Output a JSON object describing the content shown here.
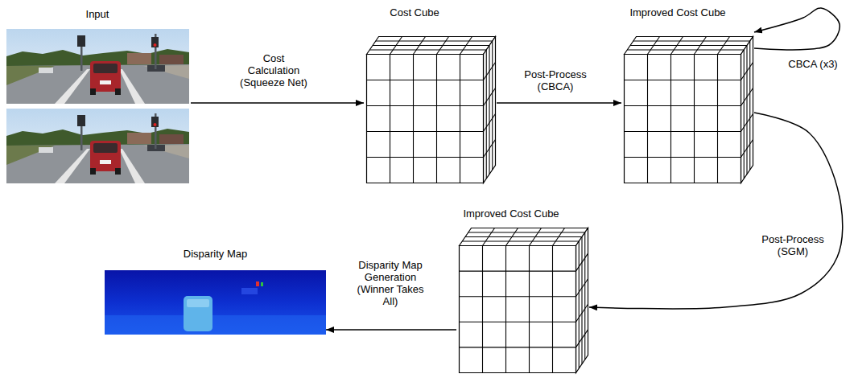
{
  "diagram": {
    "nodes": [
      {
        "text": [
          "Input"
        ]
      },
      {
        "text": [
          "Cost Cube"
        ]
      },
      {
        "text": [
          "Improved Cost Cube"
        ]
      },
      {
        "text": [
          "Improved Cost Cube"
        ]
      },
      {
        "text": [
          "Disparity Map"
        ]
      }
    ],
    "edges": [
      {
        "from": 0,
        "to": 1,
        "arrow": "to",
        "label": "Cost Calculation (Squeeze Net)"
      },
      {
        "from": 1,
        "to": 2,
        "arrow": "to",
        "label": "Post-Process (CBCA)"
      },
      {
        "from": 2,
        "to": 2,
        "arrow": "to",
        "label": "CBCA (x3)"
      },
      {
        "from": 2,
        "to": 3,
        "arrow": "to",
        "label": "Post-Process (SGM)"
      },
      {
        "from": 3,
        "to": 4,
        "arrow": "to",
        "label": "Disparity Map Generation (Winner Takes All)"
      }
    ]
  }
}
